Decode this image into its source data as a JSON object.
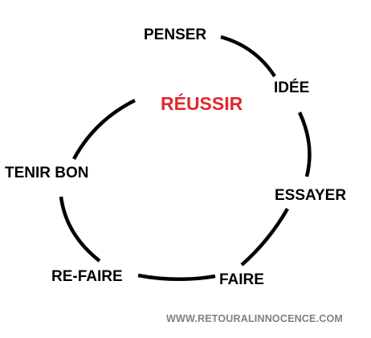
{
  "diagram": {
    "center_label": "RÉUSSIR",
    "center_color": "#e0282e",
    "steps": [
      "PENSER",
      "IDÉE",
      "ESSAYER",
      "FAIRE",
      "RE-FAIRE",
      "TENIR BON"
    ],
    "arc_color": "#000000"
  },
  "watermark": "WWW.RETOURALINNOCENCE.COM"
}
